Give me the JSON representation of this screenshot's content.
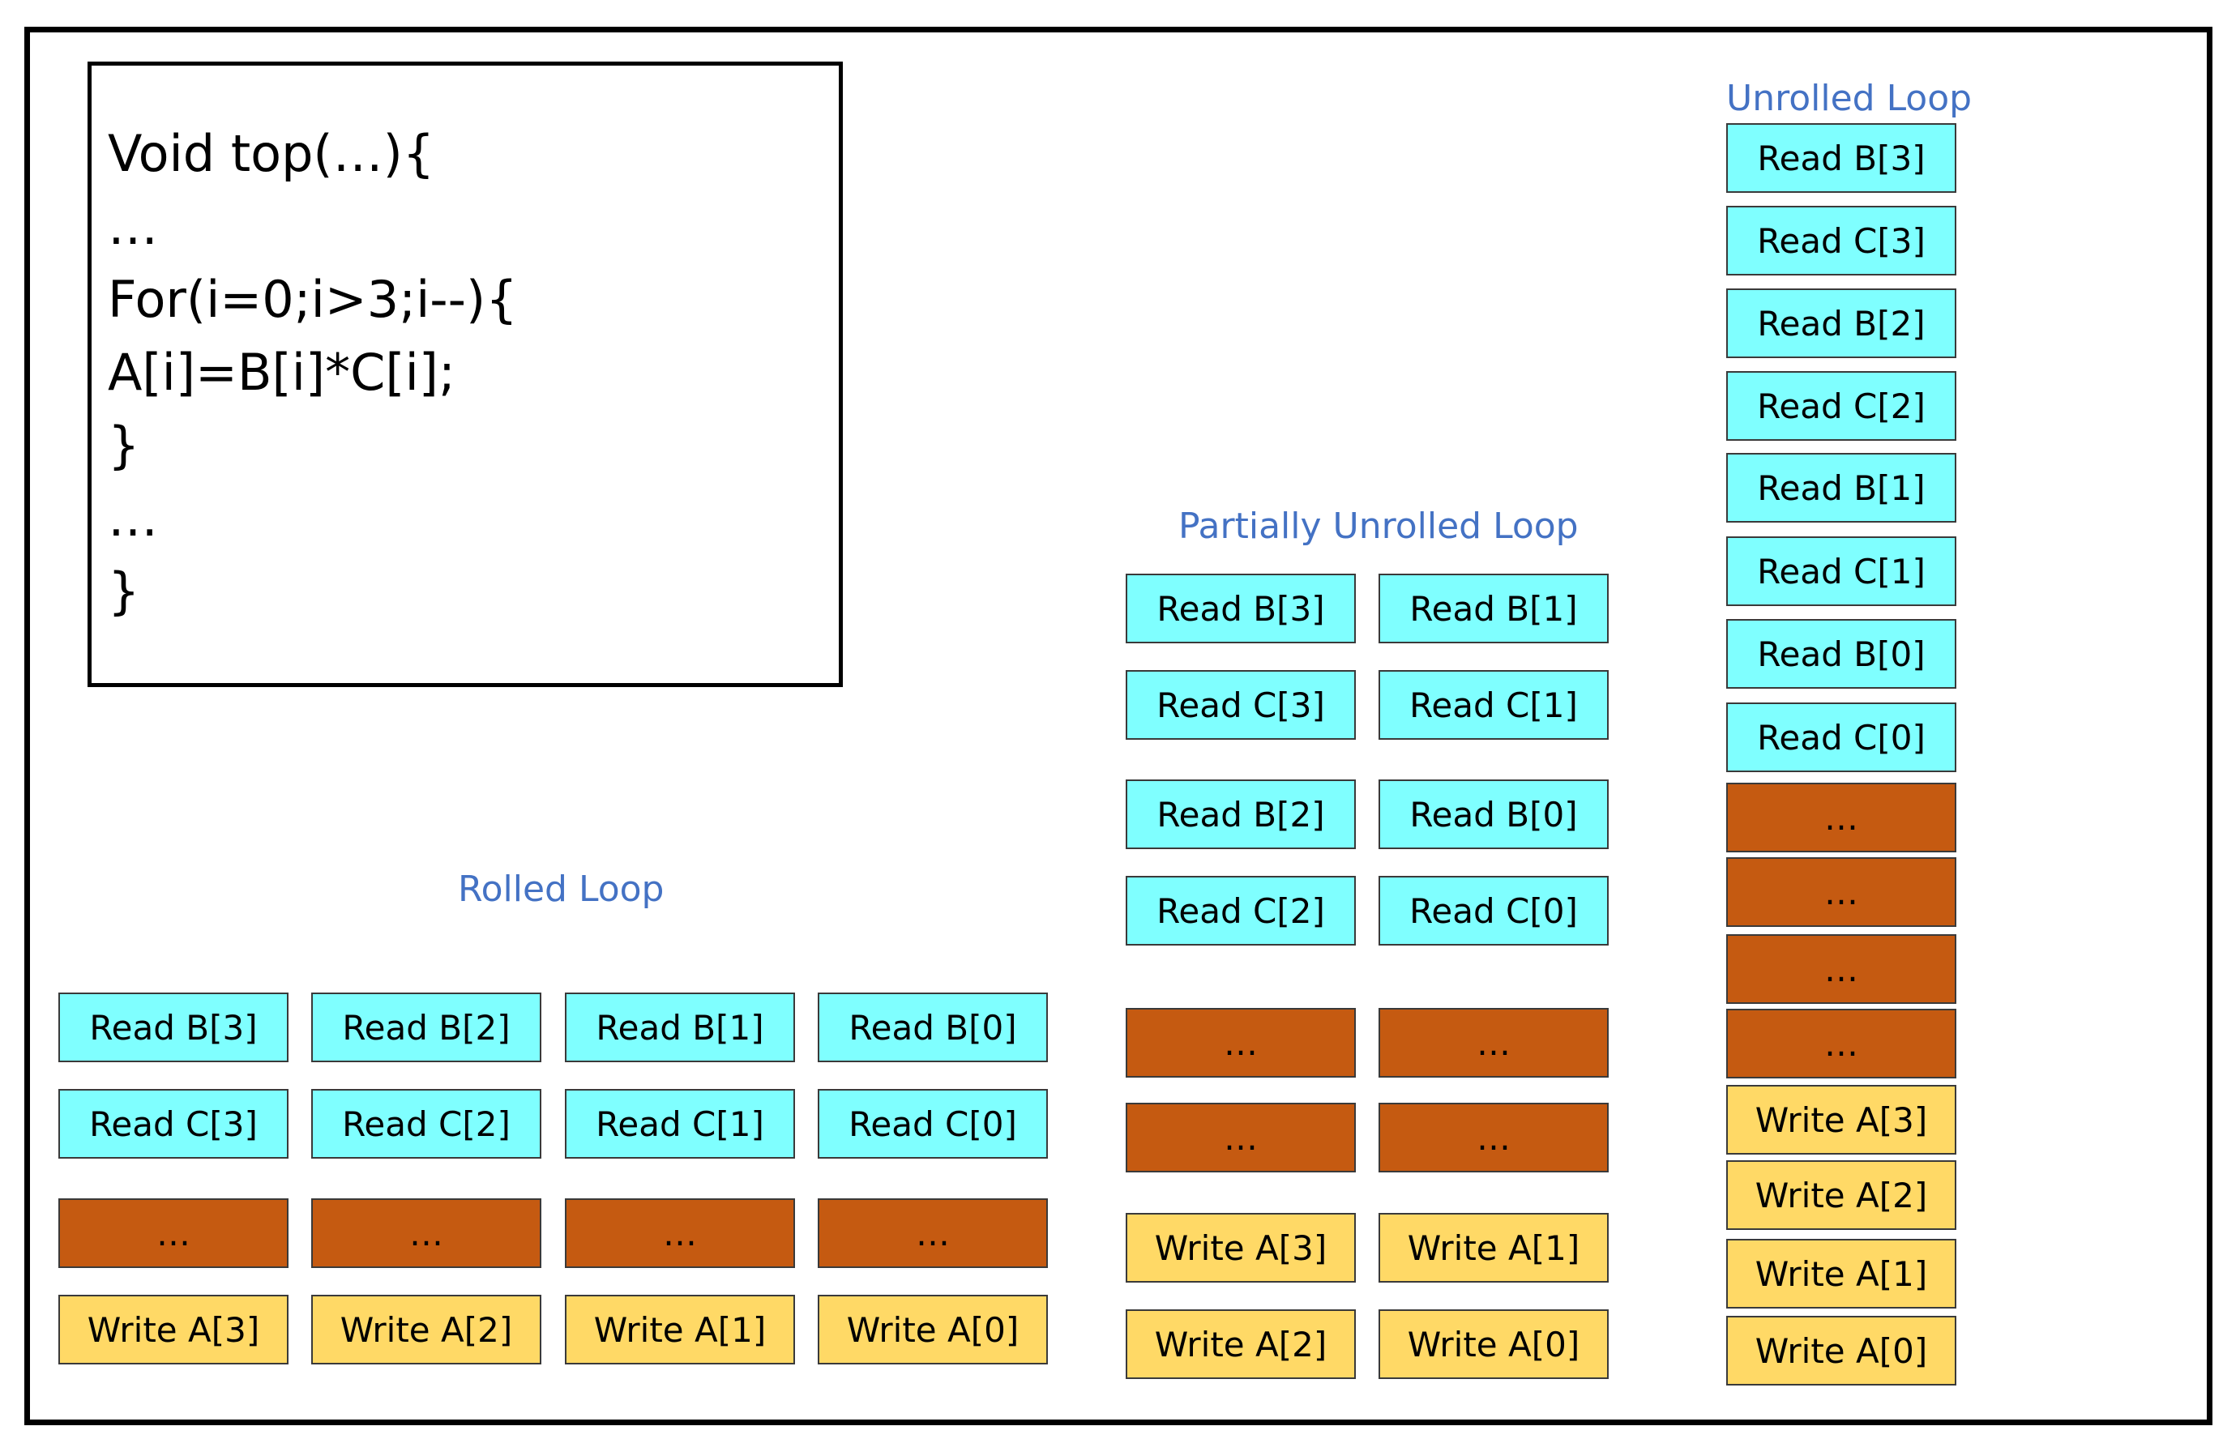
{
  "code": {
    "lines": [
      "Void top(…){",
      "…",
      "For(i=0;i>3;i--){",
      "A[i]=B[i]*C[i];",
      "}",
      "…",
      "}"
    ]
  },
  "colors": {
    "read": "#7FFFFF",
    "process": "#C55A11",
    "write": "#FFD966",
    "caption": "#4472C4",
    "border": "#000000"
  },
  "rolled": {
    "title": "Rolled Loop",
    "columns": [
      [
        "Read B[3]",
        "Read C[3]",
        "…",
        "Write A[3]"
      ],
      [
        "Read B[2]",
        "Read C[2]",
        "…",
        "Write A[2]"
      ],
      [
        "Read B[1]",
        "Read C[1]",
        "…",
        "Write A[1]"
      ],
      [
        "Read B[0]",
        "Read C[0]",
        "…",
        "Write A[0]"
      ]
    ]
  },
  "partial": {
    "title": "Partially Unrolled Loop",
    "columns": [
      [
        "Read B[3]",
        "Read C[3]",
        "Read B[2]",
        "Read C[2]",
        "…",
        "…",
        "Write A[3]",
        "Write A[2]"
      ],
      [
        "Read B[1]",
        "Read C[1]",
        "Read B[0]",
        "Read C[0]",
        "…",
        "…",
        "Write A[1]",
        "Write A[0]"
      ]
    ]
  },
  "unrolled": {
    "title": "Unrolled Loop",
    "blocks": [
      "Read B[3]",
      "Read C[3]",
      "Read B[2]",
      "Read C[2]",
      "Read B[1]",
      "Read C[1]",
      "Read B[0]",
      "Read C[0]",
      "…",
      "…",
      "…",
      "…",
      "Write A[3]",
      "Write A[2]",
      "Write A[1]",
      "Write A[0]"
    ]
  }
}
